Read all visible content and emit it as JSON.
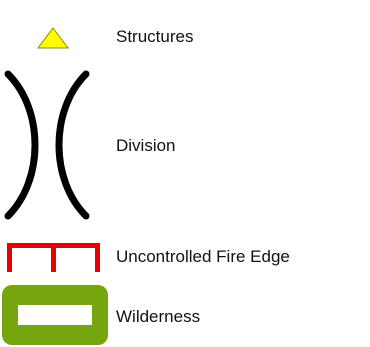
{
  "legend": {
    "items": [
      {
        "label": "Structures",
        "symbol": "yellow-triangle-icon",
        "color": "#ffff00"
      },
      {
        "label": "Division",
        "symbol": "division-brackets-icon",
        "color": "#000000"
      },
      {
        "label": "Uncontrolled Fire Edge",
        "symbol": "fire-edge-line-icon",
        "color": "#e60000"
      },
      {
        "label": "Wilderness",
        "symbol": "wilderness-box-icon",
        "color": "#76a60e"
      }
    ]
  }
}
